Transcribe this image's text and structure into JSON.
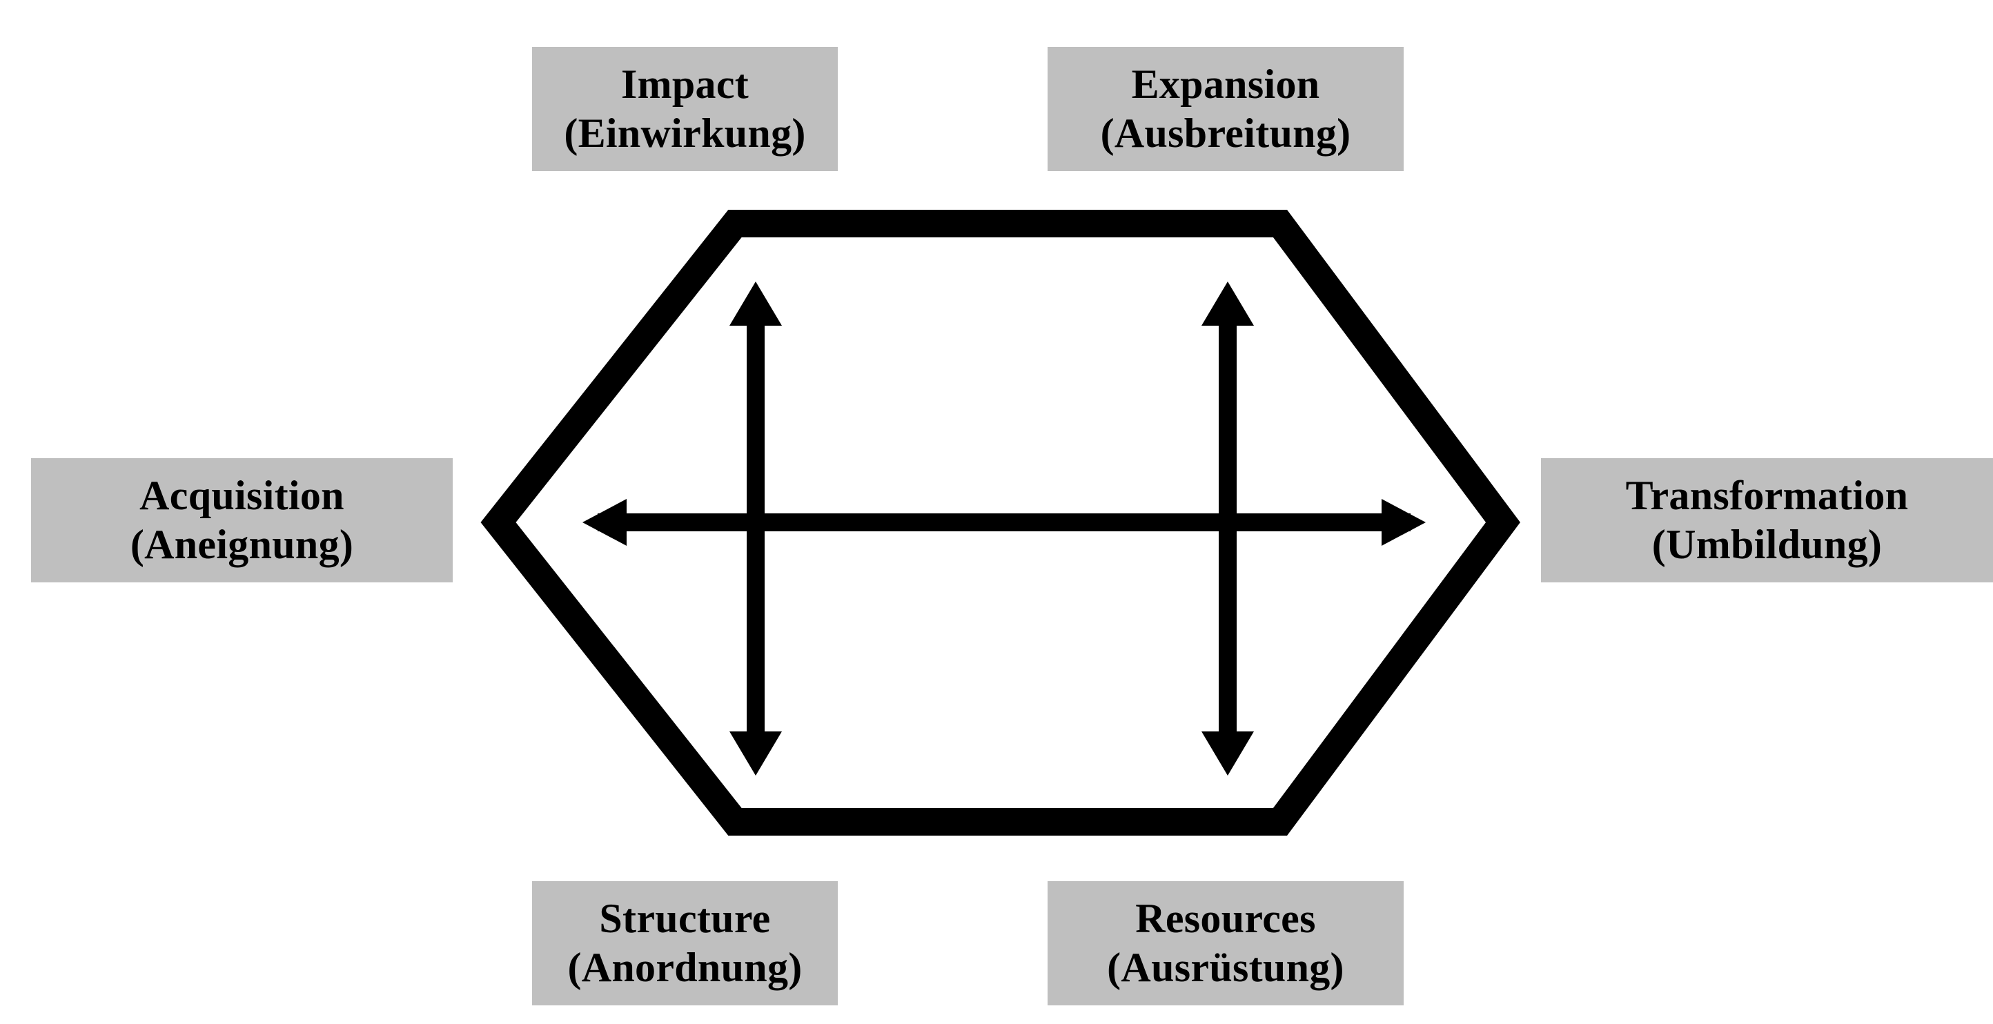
{
  "diagram": {
    "type": "hexagon-model",
    "background_color": "#ffffff",
    "label_box_color": "#bfbfbf",
    "stroke_color": "#000000",
    "nodes": [
      {
        "id": "impact",
        "position": "top-left",
        "label_en": "Impact",
        "label_de": "(Einwirkung)"
      },
      {
        "id": "expansion",
        "position": "top-right",
        "label_en": "Expansion",
        "label_de": "(Ausbreitung)"
      },
      {
        "id": "acquisition",
        "position": "left",
        "label_en": "Acquisition",
        "label_de": "(Aneignung)"
      },
      {
        "id": "transformation",
        "position": "right",
        "label_en": "Transformation",
        "label_de": "(Umbildung)"
      },
      {
        "id": "structure",
        "position": "bottom-left",
        "label_en": "Structure",
        "label_de": "(Anordnung)"
      },
      {
        "id": "resources",
        "position": "bottom-right",
        "label_en": "Resources",
        "label_de": "(Ausrüstung)"
      }
    ],
    "connectors": [
      {
        "id": "axis-vertical-left",
        "orientation": "vertical",
        "double_headed": true,
        "connects": [
          "impact",
          "structure"
        ]
      },
      {
        "id": "axis-vertical-right",
        "orientation": "vertical",
        "double_headed": true,
        "connects": [
          "expansion",
          "resources"
        ]
      },
      {
        "id": "axis-horizontal",
        "orientation": "horizontal",
        "double_headed": true,
        "connects": [
          "acquisition",
          "transformation"
        ]
      }
    ]
  }
}
